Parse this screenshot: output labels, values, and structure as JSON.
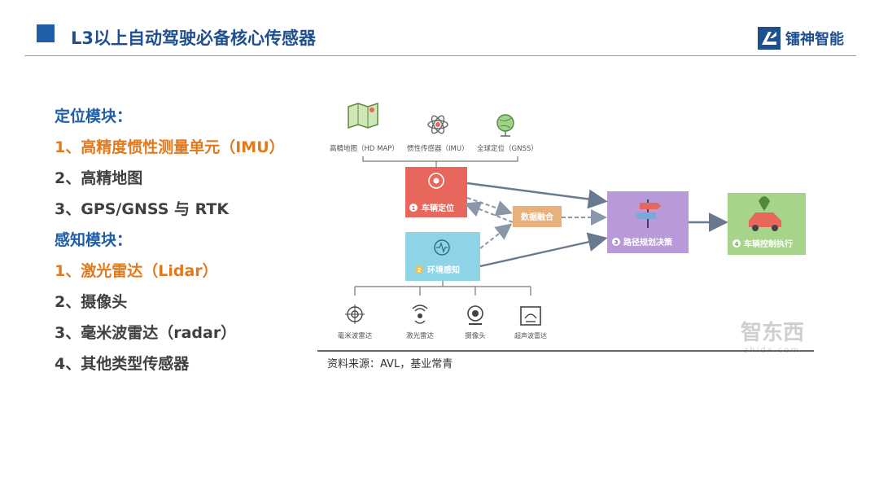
{
  "header": {
    "title": "L3以上自动驾驶必备核心传感器",
    "brand_name": "镭神智能",
    "accent_color": "#1f5fa8"
  },
  "list": [
    {
      "text": "定位模块：",
      "style": "heading"
    },
    {
      "text": "1、高精度惯性测量单元（IMU）",
      "style": "highlight"
    },
    {
      "text": "2、高精地图",
      "style": "normal"
    },
    {
      "text": "3、GPS/GNSS 与 RTK",
      "style": "normal"
    },
    {
      "text": "感知模块：",
      "style": "heading"
    },
    {
      "text": "1、激光雷达（Lidar）",
      "style": "highlight"
    },
    {
      "text": "2、摄像头",
      "style": "normal"
    },
    {
      "text": "3、毫米波雷达（radar）",
      "style": "normal"
    },
    {
      "text": "4、其他类型传感器",
      "style": "normal"
    }
  ],
  "diagram": {
    "top_sources": [
      {
        "label": "高精地图（HD MAP）",
        "icon": "map-icon"
      },
      {
        "label": "惯性传感器（IMU）",
        "icon": "atom-icon"
      },
      {
        "label": "全球定位（GNSS）",
        "icon": "globe-icon"
      }
    ],
    "nodes": {
      "localization": {
        "label": "车辆定位",
        "num": "1",
        "color": "#e8675c"
      },
      "perception": {
        "label": "环境感知",
        "num": "2",
        "color": "#8fd3e6"
      },
      "fusion": {
        "label": "数据融合",
        "color": "#e8b07a"
      },
      "planning": {
        "label": "路径规划决策",
        "num": "3",
        "color": "#b89ad8"
      },
      "control": {
        "label": "车辆控制执行",
        "num": "4",
        "color": "#a6d48a"
      }
    },
    "bottom_sensors": [
      {
        "label": "毫米波雷达",
        "icon": "radar-icon"
      },
      {
        "label": "激光雷达",
        "icon": "lidar-icon"
      },
      {
        "label": "摄像头",
        "icon": "camera-icon"
      },
      {
        "label": "超声波雷达",
        "icon": "ultrasonic-icon"
      }
    ],
    "source_note": "资料来源：AVL，基业常青",
    "watermark": "智东西",
    "watermark_url": "zhidx.com"
  }
}
